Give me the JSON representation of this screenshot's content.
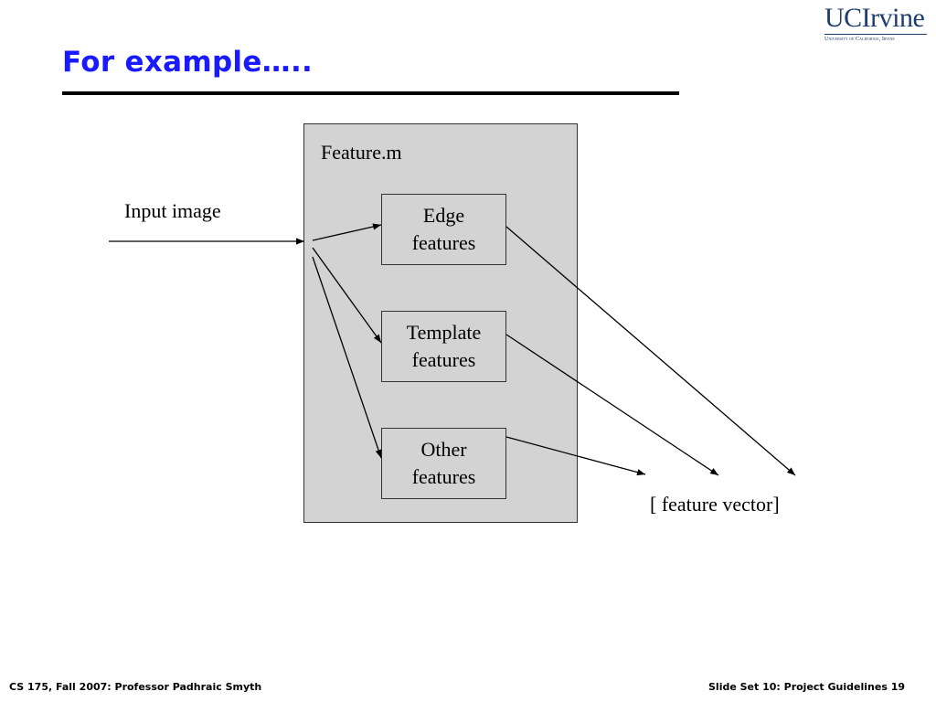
{
  "slide": {
    "title": "For example…..",
    "logo": {
      "main": "UCIrvine",
      "sub": "University of California, Irvine"
    }
  },
  "diagram": {
    "container_label": "Feature.m",
    "input_label": "Input image",
    "output_label": "[ feature vector]",
    "boxes": [
      {
        "label": "Edge\nfeatures"
      },
      {
        "label": "Template\nfeatures"
      },
      {
        "label": "Other\nfeatures"
      }
    ]
  },
  "footer": {
    "left": "CS 175, Fall 2007: Professor Padhraic Smyth",
    "right": "Slide Set 10: Project Guidelines  19"
  }
}
